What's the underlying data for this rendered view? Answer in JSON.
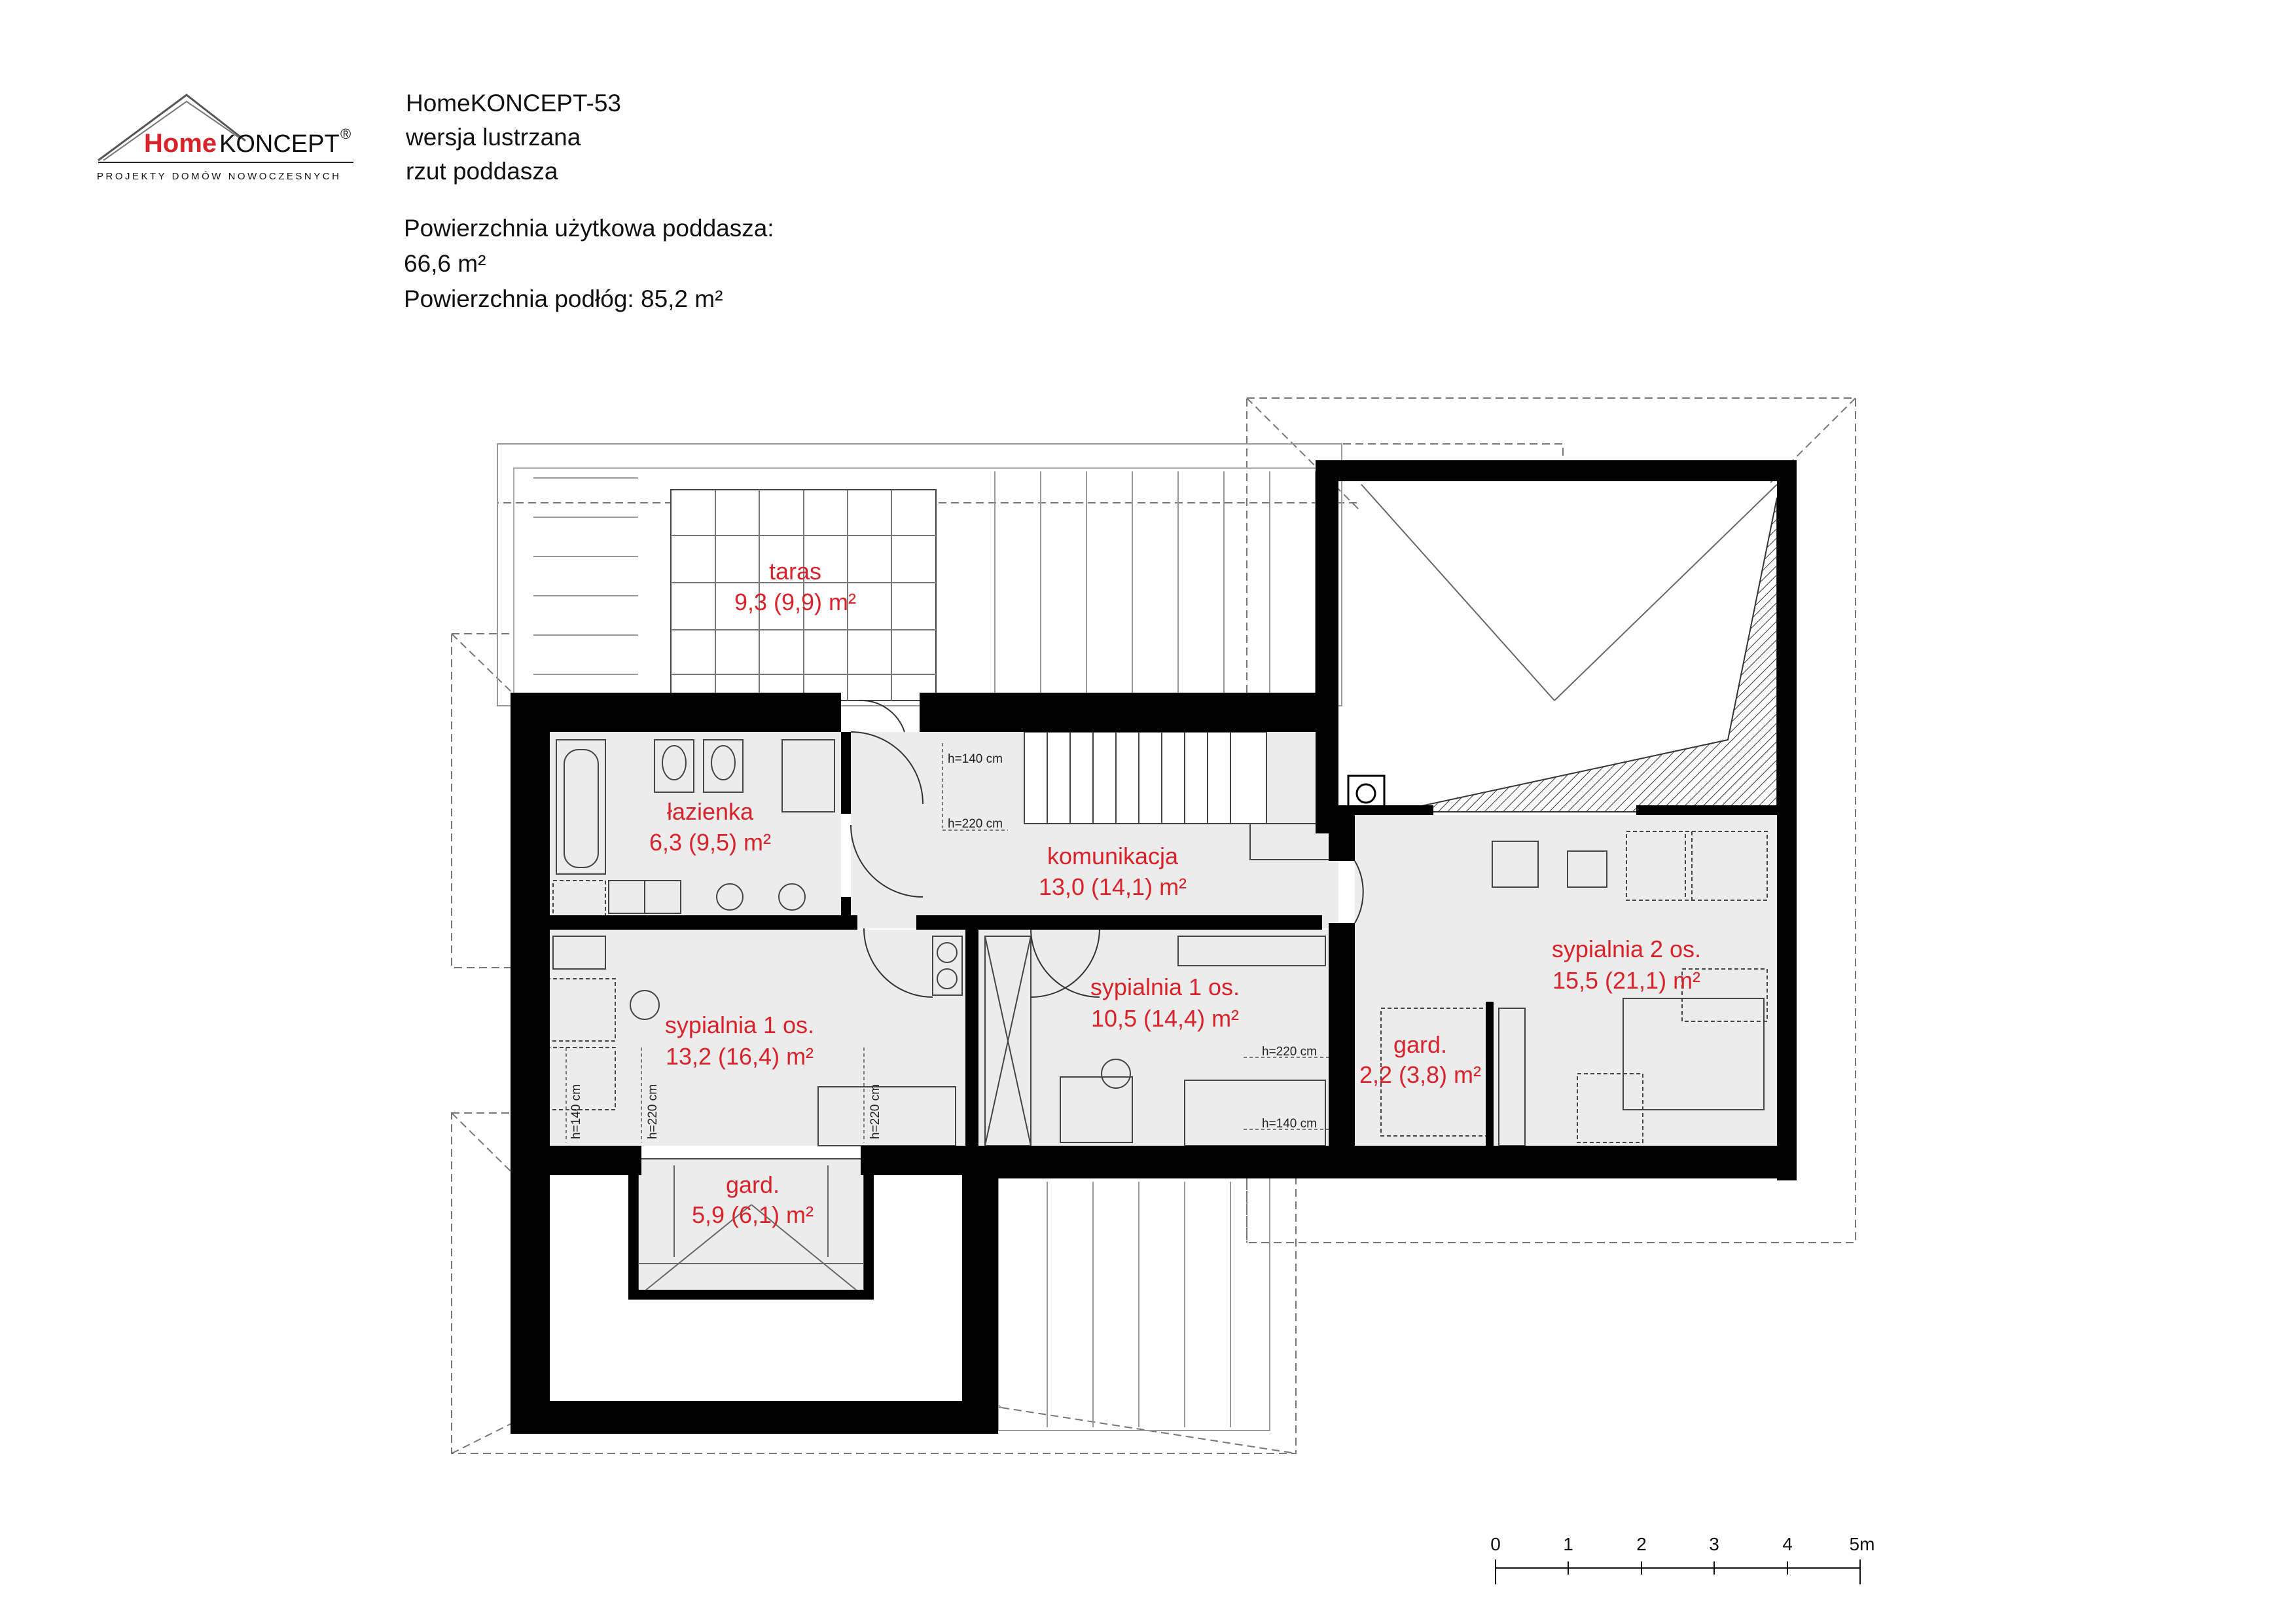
{
  "logo": {
    "brand_home": "Home",
    "brand_koncept": "KONCEPT",
    "registered": "®",
    "tagline": "PROJEKTY DOMÓW NOWOCZESNYCH",
    "colors": {
      "home": "#d9232b",
      "koncept": "#111111",
      "roof": "#555555"
    }
  },
  "header": {
    "project": "HomeKONCEPT-53",
    "variant": "wersja lustrzana",
    "view": "rzut poddasza"
  },
  "stats": {
    "usable_label": "Powierzchnia użytkowa poddasza:",
    "usable_value": "66,6 m²",
    "floor_label": "Powierzchnia podłóg: 85,2 m²"
  },
  "rooms": {
    "taras": {
      "name": "taras",
      "area": "9,3 (9,9) m²"
    },
    "lazienka": {
      "name": "łazienka",
      "area": "6,3 (9,5) m²"
    },
    "komunikacja": {
      "name": "komunikacja",
      "area": "13,0 (14,1) m²"
    },
    "sypialnia_a": {
      "name": "sypialnia 1 os.",
      "area": "10,5 (14,4) m²"
    },
    "sypialnia_b": {
      "name": "sypialnia 1 os.",
      "area": "13,2 (16,4) m²"
    },
    "sypialnia_2": {
      "name": "sypialnia 2 os.",
      "area": "15,5 (21,1) m²"
    },
    "gard_small": {
      "name": "gard.",
      "area": "2,2 (3,8) m²"
    },
    "gard_large": {
      "name": "gard.",
      "area": "5,9 (6,1) m²"
    }
  },
  "height_notes": {
    "h140": "h=140 cm",
    "h220": "h=220 cm"
  },
  "scale": {
    "ticks": [
      "0",
      "1",
      "2",
      "3",
      "4",
      "5m"
    ]
  },
  "colors": {
    "wall": "#000000",
    "room_fill": "#ececec",
    "label": "#d9232b",
    "dashed": "#777777"
  }
}
